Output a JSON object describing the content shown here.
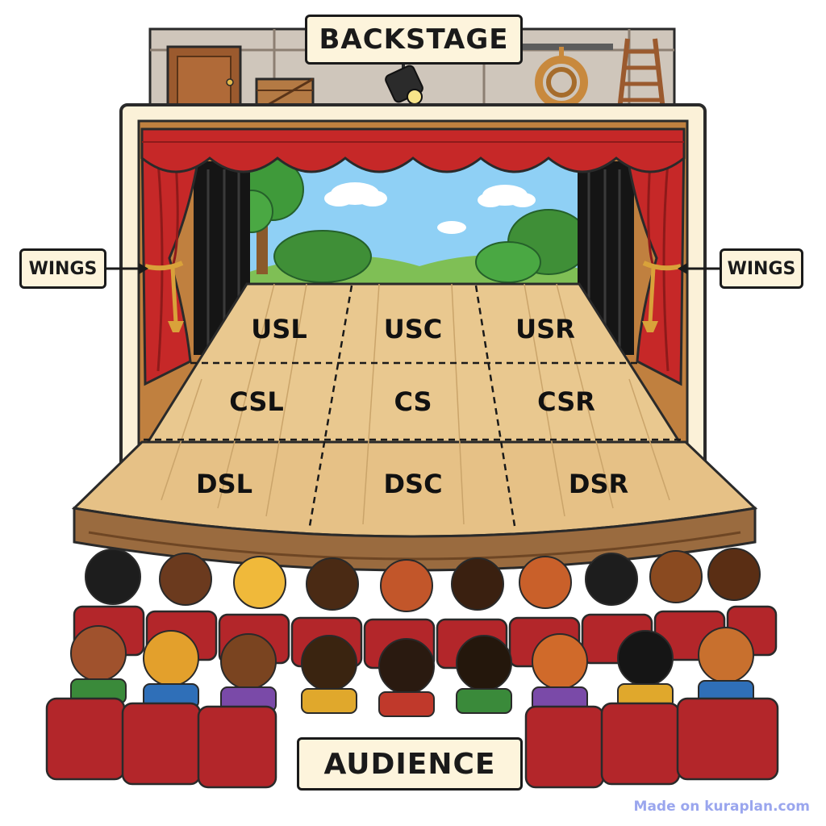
{
  "labels": {
    "backstage": "BACKSTAGE",
    "wings_left": "WINGS",
    "wings_right": "WINGS",
    "audience": "AUDIENCE"
  },
  "zones": {
    "usl": "USL",
    "usc": "USC",
    "usr": "USR",
    "csl": "CSL",
    "cs": "CS",
    "csr": "CSR",
    "dsl": "DSL",
    "dsc": "DSC",
    "dsr": "DSR"
  },
  "watermark": "Made on kuraplan.com",
  "colors": {
    "curtain": "#c62828",
    "curtain_dark": "#8e1a1a",
    "floor": "#e9c88f",
    "stage_front": "#9a6b3f",
    "frame": "#fbf1d8",
    "sky": "#8fd0f5",
    "seat": "#b3262a",
    "label_bg": "#fdf4dc"
  }
}
